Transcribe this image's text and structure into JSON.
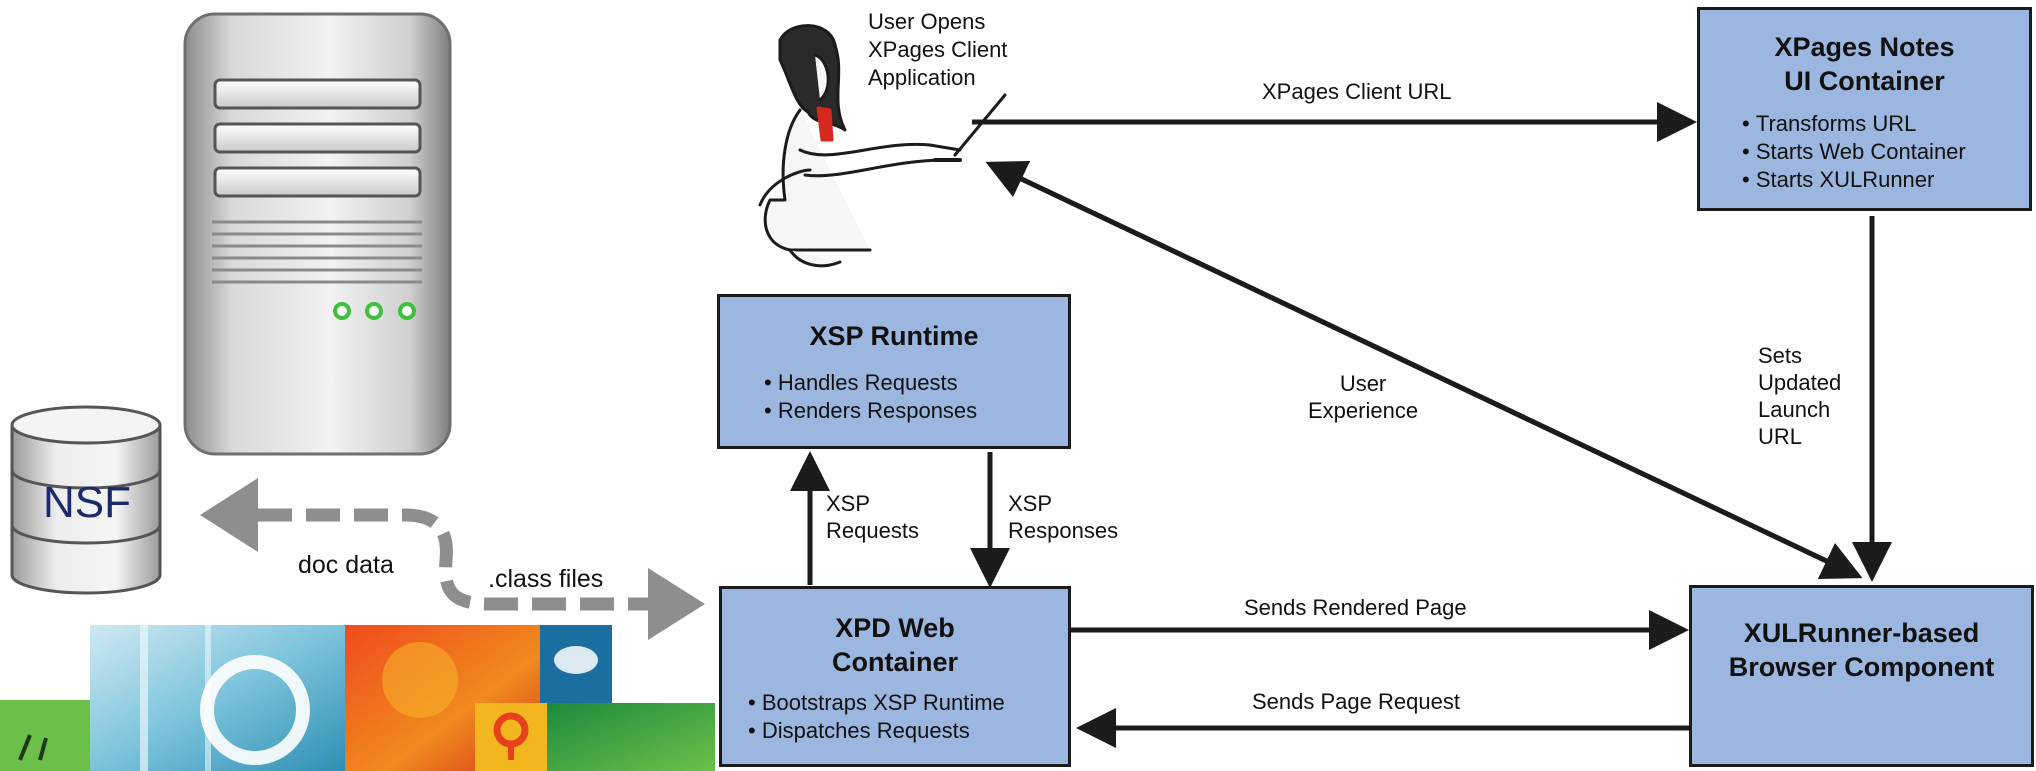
{
  "user_caption": [
    "User Opens",
    "XPages Client",
    "Application"
  ],
  "nsf_label": "NSF",
  "boxes": {
    "xpages_notes": {
      "title": [
        "XPages Notes",
        "UI Container"
      ],
      "bullets": [
        "Transforms URL",
        "Starts Web Container",
        "Starts XULRunner"
      ]
    },
    "xsp_runtime": {
      "title": [
        "XSP Runtime"
      ],
      "bullets": [
        "Handles Requests",
        "Renders Responses"
      ]
    },
    "xpd_web": {
      "title": [
        "XPD Web",
        "Container"
      ],
      "bullets": [
        "Bootstraps XSP Runtime",
        "Dispatches Requests"
      ]
    },
    "xulrunner": {
      "title": [
        "XULRunner-based",
        "Browser Component"
      ],
      "bullets": []
    }
  },
  "edges": {
    "client_url": "XPages Client URL",
    "user_experience": [
      "User",
      "Experience"
    ],
    "sets_updated": [
      "Sets",
      "Updated",
      "Launch",
      "URL"
    ],
    "xsp_requests": [
      "XSP",
      "Requests"
    ],
    "xsp_responses": [
      "XSP",
      "Responses"
    ],
    "sends_rendered": "Sends Rendered Page",
    "sends_request": "Sends Page Request",
    "doc_data": "doc data",
    "class_files": ".class files"
  },
  "colors": {
    "box_fill": "#9bb6df",
    "arrow": "#1b1b1b",
    "dashed_arrow": "#8e8e8e",
    "led": "#3fbf3f"
  }
}
